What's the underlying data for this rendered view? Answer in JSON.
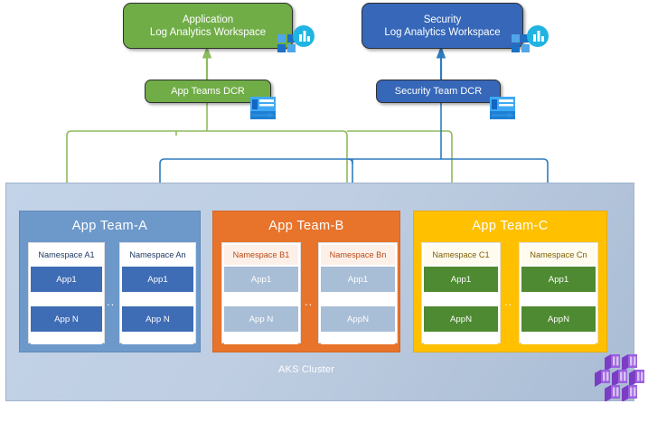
{
  "workspaces": [
    {
      "id": "application-law",
      "line1": "Application",
      "line2": "Log Analytics Workspace",
      "color": "#70AD47",
      "icon": "log-analytics-workspace-icon"
    },
    {
      "id": "security-law",
      "line1": "Security",
      "line2": "Log Analytics Workspace",
      "color": "#3667B8",
      "icon": "log-analytics-workspace-icon"
    }
  ],
  "dcrs": [
    {
      "id": "app-teams-dcr",
      "label": "App Teams DCR",
      "color": "#70AD47",
      "icon": "data-collection-rule-icon"
    },
    {
      "id": "security-team-dcr",
      "label": "Security Team DCR",
      "color": "#3667B8",
      "icon": "data-collection-rule-icon"
    }
  ],
  "cluster": {
    "label": "AKS Cluster",
    "icon": "kubernetes-containers-icon",
    "teams": [
      {
        "id": "app-team-a",
        "title": "App Team-A",
        "color": "#6D99CA",
        "ellipsis": "..",
        "namespaces": [
          {
            "title": "Namespace A1",
            "apps": [
              "App1",
              "App N"
            ]
          },
          {
            "title": "Namespace An",
            "apps": [
              "App1",
              "App N"
            ]
          }
        ]
      },
      {
        "id": "app-team-b",
        "title": "App Team-B",
        "color": "#E8732A",
        "ellipsis": "..",
        "namespaces": [
          {
            "title": "Namespace B1",
            "apps": [
              "App1",
              "App N"
            ]
          },
          {
            "title": "Namespace Bn",
            "apps": [
              "App1",
              "AppN"
            ]
          }
        ]
      },
      {
        "id": "app-team-c",
        "title": "App Team-C",
        "color": "#FFC000",
        "ellipsis": "..",
        "namespaces": [
          {
            "title": "Namespace C1",
            "apps": [
              "App1",
              "AppN"
            ]
          },
          {
            "title": "Namespace Cn",
            "apps": [
              "App1",
              "AppN"
            ]
          }
        ]
      }
    ]
  },
  "colors": {
    "green": "#70AD47",
    "blue": "#3667B8",
    "orange": "#E8732A",
    "yellow": "#FFC000",
    "team_a_blue": "#6D99CA",
    "wire_green": "#8FBB5E",
    "wire_blue": "#2E7DBF",
    "cluster_fill": "#BBCCE2",
    "k8s_purple": "#8C50D0"
  }
}
